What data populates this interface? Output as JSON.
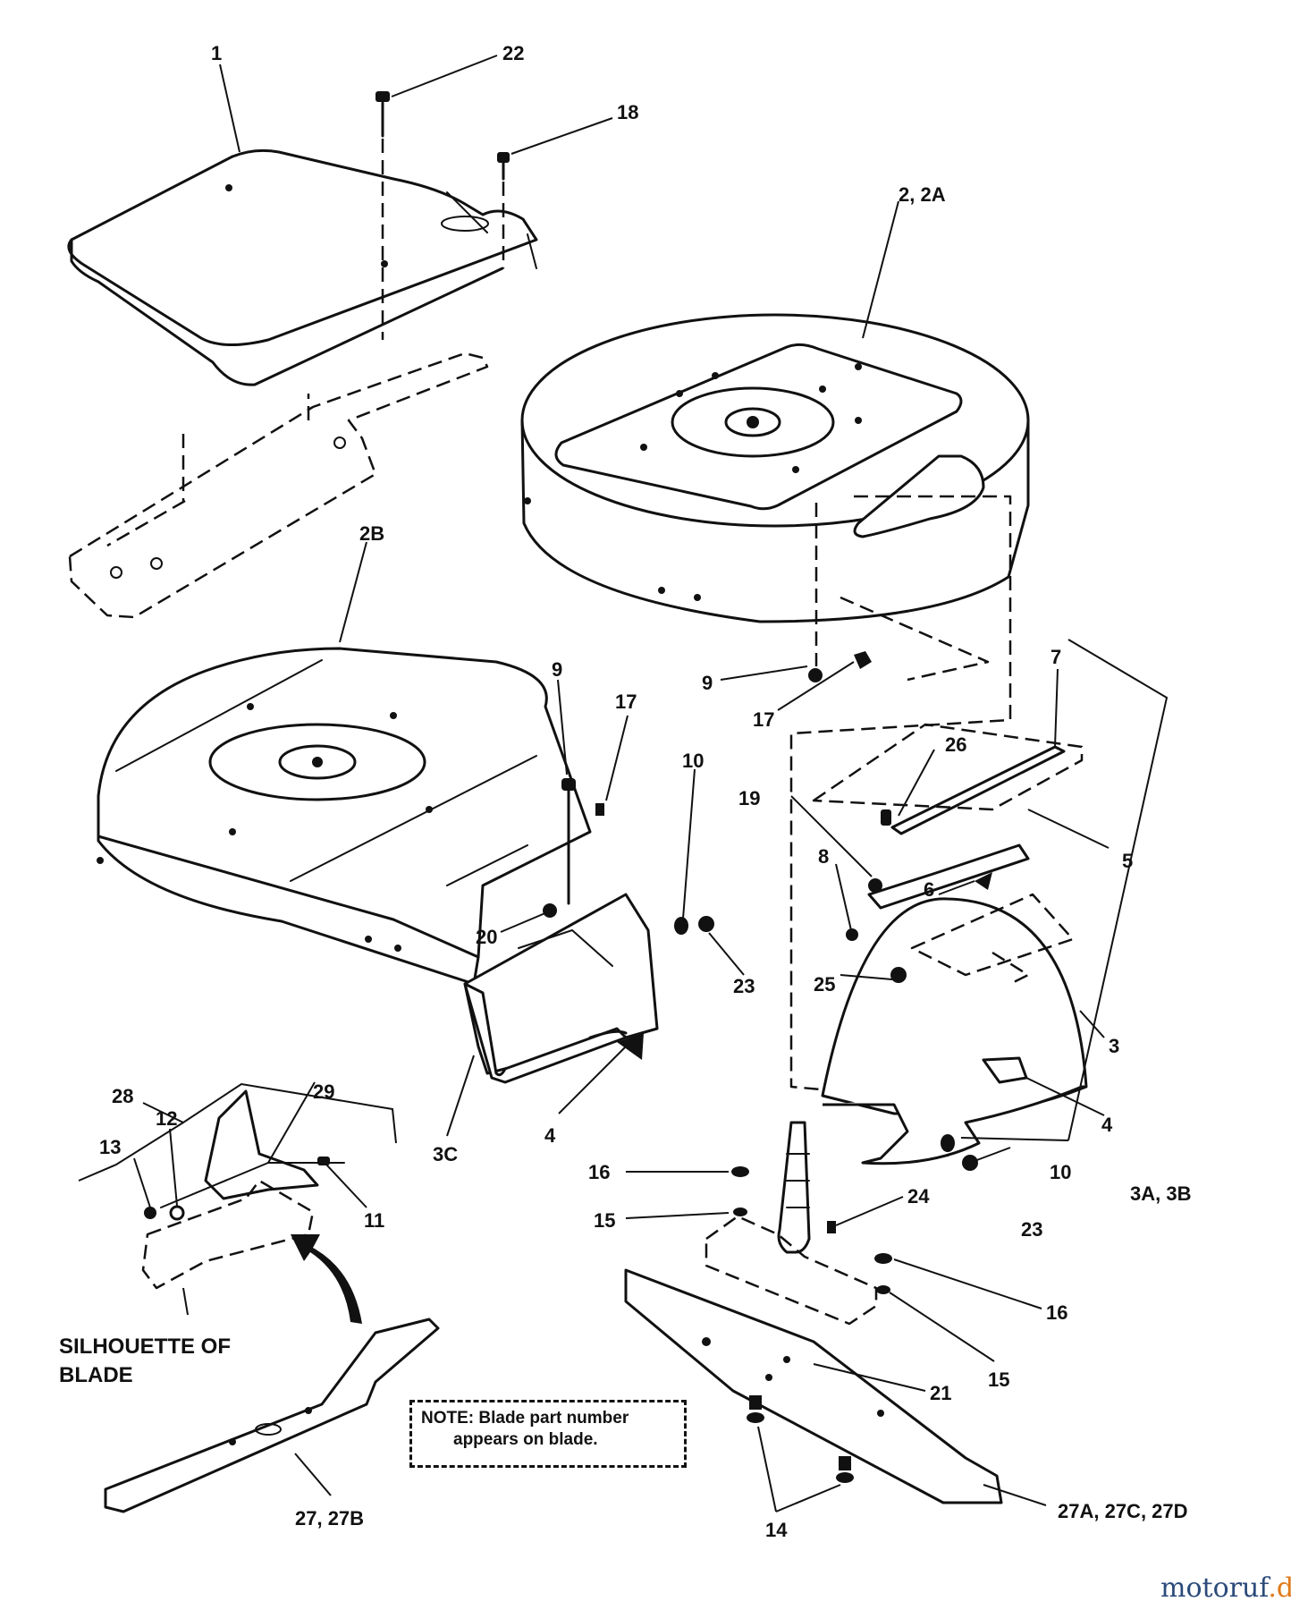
{
  "callouts": {
    "c1": "1",
    "c22": "22",
    "c18": "18",
    "c2_2a": "2, 2A",
    "c2b": "2B",
    "c9a": "9",
    "c17a": "17",
    "c9b": "9",
    "c17b": "17",
    "c7": "7",
    "c26": "26",
    "c19": "19",
    "c8": "8",
    "c6": "6",
    "c5": "5",
    "c10a": "10",
    "c20": "20",
    "c23a": "23",
    "c25": "25",
    "c3": "3",
    "c4a": "4",
    "c4b": "4",
    "c3c": "3C",
    "c28": "28",
    "c29": "29",
    "c12": "12",
    "c13": "13",
    "c11": "11",
    "c16a": "16",
    "c15a": "15",
    "c24": "24",
    "c10b": "10",
    "c23b": "23",
    "c3a_3b": "3A, 3B",
    "c16b": "16",
    "c15b": "15",
    "c21": "21",
    "c27_27b": "27, 27B",
    "c27a": "27A, 27C, 27D",
    "c14": "14"
  },
  "silhouette": {
    "line1": "SILHOUETTE OF",
    "line2": "BLADE"
  },
  "note": {
    "line1": "NOTE: Blade part number",
    "line2": "appears on blade."
  },
  "watermark": {
    "main": "motoruf",
    "suffix": ".de"
  }
}
